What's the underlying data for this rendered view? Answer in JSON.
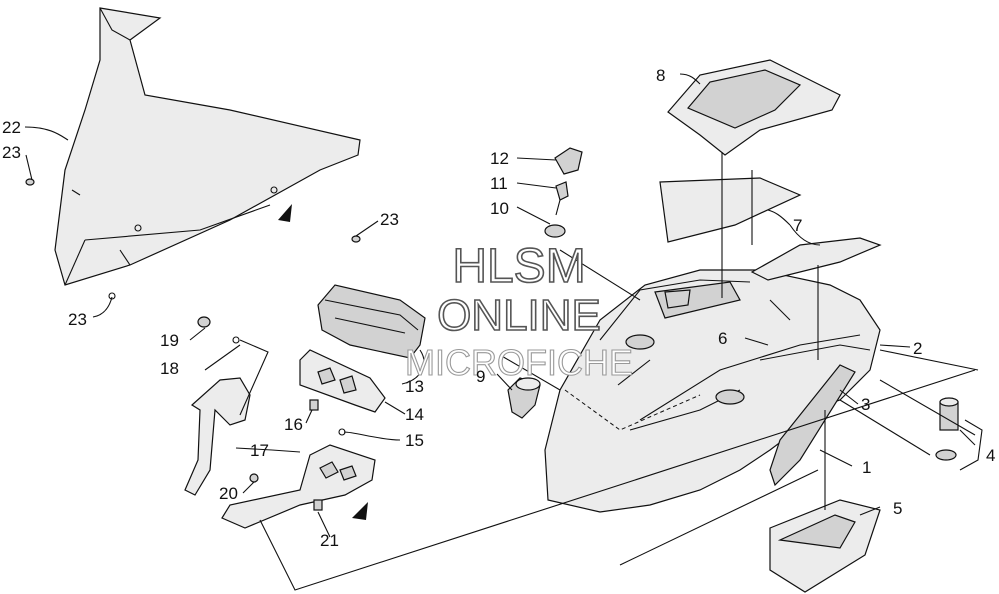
{
  "watermark": {
    "line1": "HLSM",
    "line2": "ONLINE",
    "line3": "MICROFICHE"
  },
  "callouts": [
    "1",
    "2",
    "3",
    "4",
    "5",
    "6",
    "7",
    "8",
    "9",
    "10",
    "11",
    "12",
    "13",
    "14",
    "15",
    "16",
    "17",
    "18",
    "19",
    "20",
    "21",
    "22",
    "23"
  ],
  "labels": {
    "c1": "1",
    "c2": "2",
    "c3": "3",
    "c4": "4",
    "c5": "5",
    "c6": "6",
    "c7": "7",
    "c8": "8",
    "c9": "9",
    "c10": "10",
    "c11": "11",
    "c12": "12",
    "c13": "13",
    "c14": "14",
    "c15": "15",
    "c16": "16",
    "c17": "17",
    "c18": "18",
    "c19": "19",
    "c20": "20",
    "c21": "21",
    "c22": "22",
    "c23a": "23",
    "c23b": "23",
    "c23c": "23"
  }
}
